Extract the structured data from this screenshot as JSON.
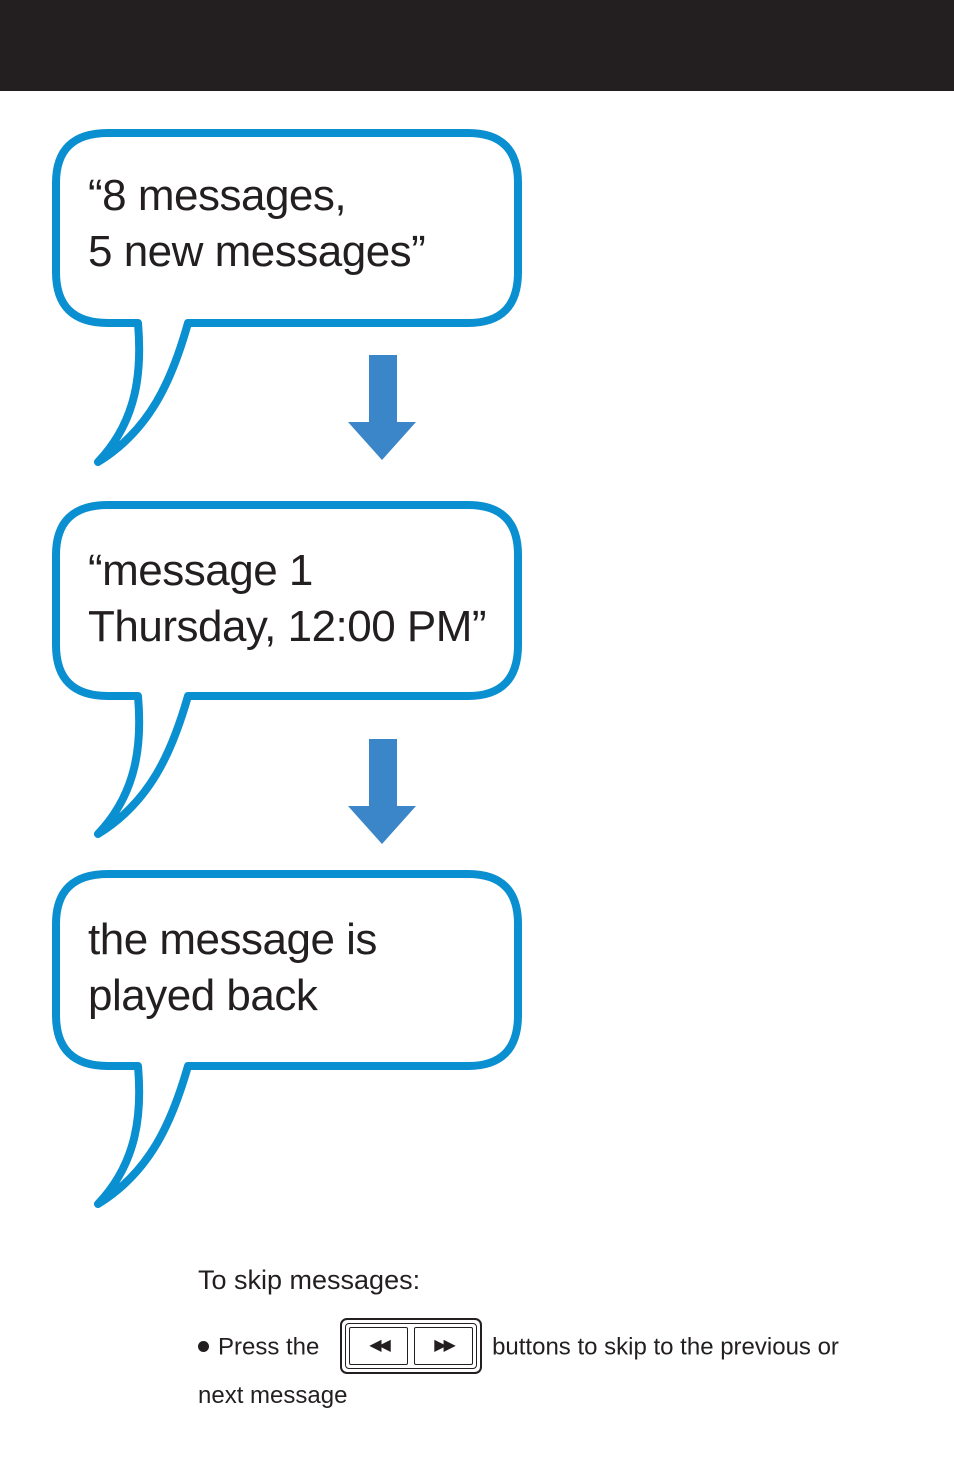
{
  "bubbles": [
    {
      "lines": [
        "“8 messages,",
        "5 new messages”"
      ]
    },
    {
      "lines": [
        "“message 1",
        "Thursday, 12:00 PM”"
      ]
    },
    {
      "lines": [
        "the message is",
        "played back"
      ]
    }
  ],
  "instructions": {
    "heading": "To skip messages:",
    "press_the": "Press the",
    "after_buttons": "buttons to skip to the previous or",
    "continuation": "next message"
  },
  "buttons": {
    "rewind_icon": "rewind-icon",
    "forward_icon": "fast-forward-icon",
    "rewind_glyph": "◀◀",
    "forward_glyph": "▶▶"
  },
  "colors": {
    "bubble_outline": "#0a8fd0",
    "arrow": "#3a86c8",
    "header_bar": "#231f20",
    "text": "#231f20"
  }
}
